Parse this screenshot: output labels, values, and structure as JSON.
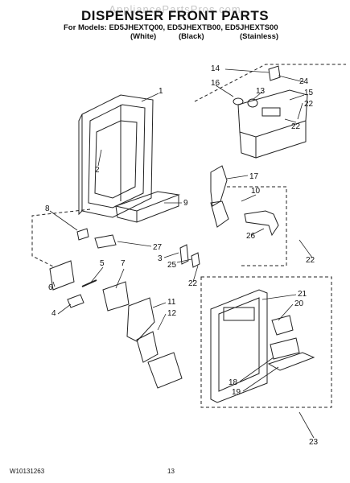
{
  "watermark": "AppliancePartsPros.com",
  "title": "DISPENSER FRONT PARTS",
  "models": "For Models: ED5JHEXTQ00, ED5JHEXTB00, ED5JHEXTS00",
  "colors": [
    "(White)",
    "(Black)",
    "(Stainless)"
  ],
  "callouts": [
    "1",
    "2",
    "3",
    "4",
    "5",
    "6",
    "7",
    "8",
    "9",
    "10",
    "11",
    "12",
    "13",
    "14",
    "15",
    "16",
    "17",
    "18",
    "19",
    "20",
    "21",
    "22",
    "22",
    "22",
    "22",
    "23",
    "24",
    "25",
    "26",
    "27"
  ],
  "footer": {
    "doc_number": "W10131263",
    "page": "13"
  }
}
